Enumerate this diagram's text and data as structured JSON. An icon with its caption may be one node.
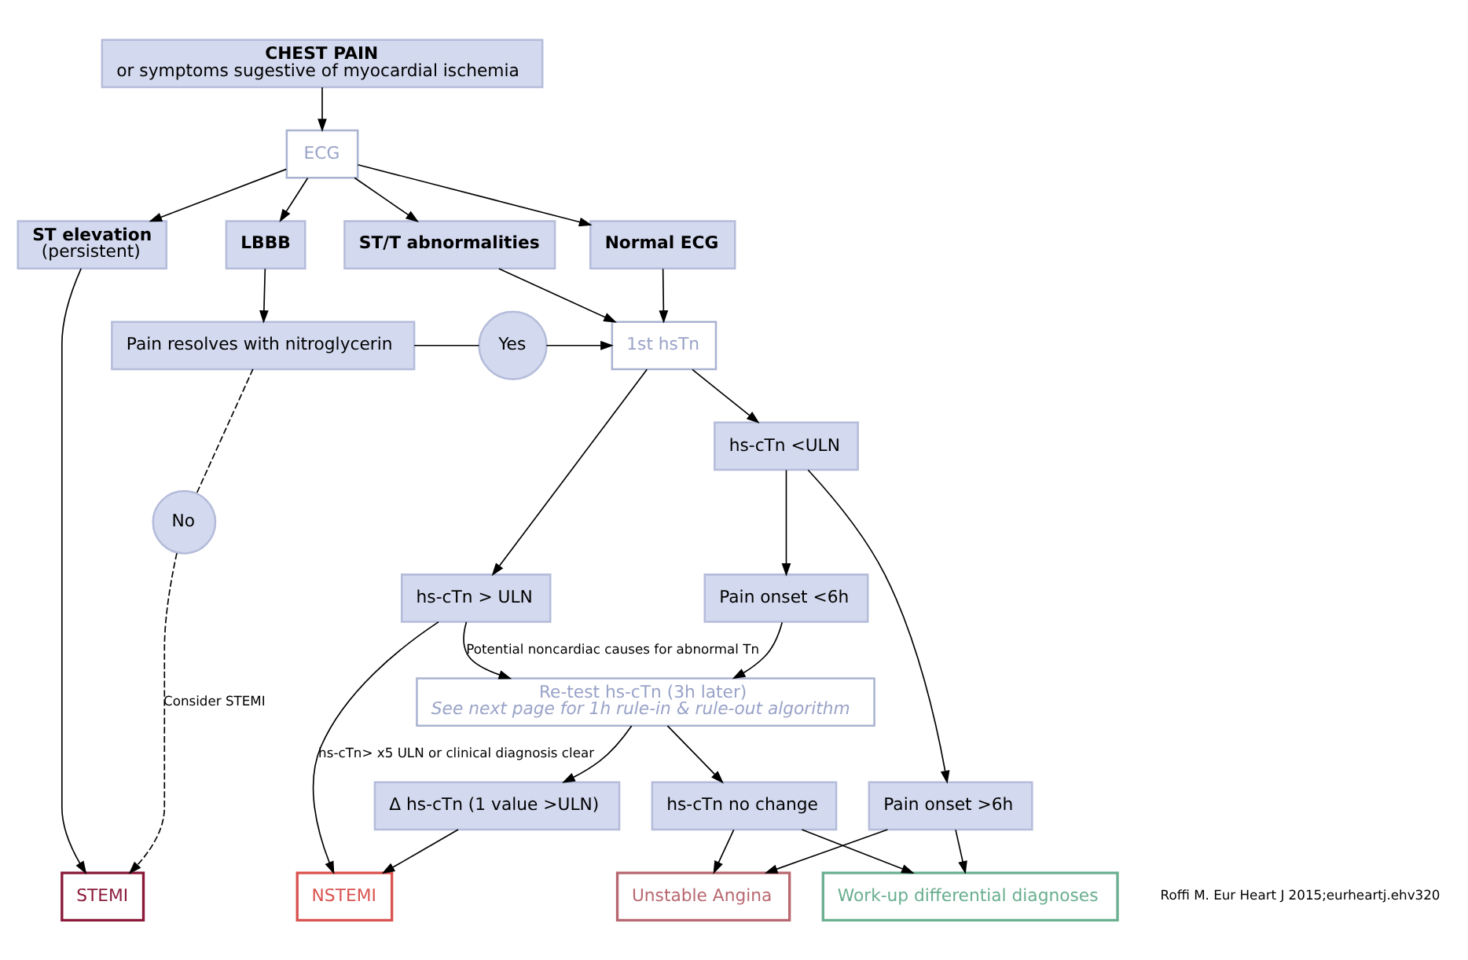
{
  "diagram": {
    "nodes": [
      {
        "text": [
          "CHEST PAIN",
          "or symptoms sugestive of myocardial ischemia"
        ]
      },
      {
        "text": [
          "ECG"
        ]
      },
      {
        "text": [
          "ST elevation",
          "(persistent)"
        ]
      },
      {
        "text": [
          "LBBB"
        ]
      },
      {
        "text": [
          "ST/T abnormalities"
        ]
      },
      {
        "text": [
          "Normal ECG"
        ]
      },
      {
        "text": [
          "Pain resolves with nitroglycerin"
        ]
      },
      {
        "text": [
          "Yes"
        ]
      },
      {
        "text": [
          "No"
        ]
      },
      {
        "text": [
          "1st hsTn"
        ]
      },
      {
        "text": [
          "hs-cTn > ULN"
        ]
      },
      {
        "text": [
          "hs-cTn <ULN"
        ]
      },
      {
        "text": [
          "Pain onset <6h"
        ]
      },
      {
        "text": [
          "Pain onset >6h"
        ]
      },
      {
        "text": [
          "Re-test hs-cTn (3h later)",
          "See next page for 1h rule-in & rule-out algorithm"
        ]
      },
      {
        "text": [
          "Δ hs-cTn (1 value >ULN)"
        ]
      },
      {
        "text": [
          "hs-cTn no change"
        ]
      },
      {
        "text": [
          "STEMI"
        ]
      },
      {
        "text": [
          "NSTEMI"
        ]
      },
      {
        "text": [
          "Unstable Angina"
        ]
      },
      {
        "text": [
          "Work-up differential diagnoses"
        ]
      }
    ],
    "edges": [
      {
        "from": 0,
        "to": 1,
        "arrow": "to"
      },
      {
        "from": 1,
        "to": 2,
        "arrow": "to"
      },
      {
        "from": 1,
        "to": 3,
        "arrow": "to"
      },
      {
        "from": 1,
        "to": 4,
        "arrow": "to"
      },
      {
        "from": 1,
        "to": 5,
        "arrow": "to"
      },
      {
        "from": 2,
        "to": 17,
        "arrow": "to"
      },
      {
        "from": 3,
        "to": 6,
        "arrow": "to"
      },
      {
        "from": 6,
        "to": 7,
        "arrow": "none"
      },
      {
        "from": 7,
        "to": 9,
        "arrow": "to"
      },
      {
        "from": 6,
        "to": 8,
        "arrow": "none",
        "style": "dashed"
      },
      {
        "from": 8,
        "to": 17,
        "arrow": "to",
        "style": "dashed",
        "label": "Consider STEMI"
      },
      {
        "from": 4,
        "to": 9,
        "arrow": "to"
      },
      {
        "from": 5,
        "to": 9,
        "arrow": "to"
      },
      {
        "from": 9,
        "to": 10,
        "arrow": "to"
      },
      {
        "from": 9,
        "to": 11,
        "arrow": "to"
      },
      {
        "from": 10,
        "to": 18,
        "arrow": "to",
        "label": "hs-cTn> x5 ULN or clinical diagnosis clear"
      },
      {
        "from": 10,
        "to": 14,
        "arrow": "to",
        "label": "Potential noncardiac causes for abnormal Tn"
      },
      {
        "from": 11,
        "to": 12,
        "arrow": "to"
      },
      {
        "from": 11,
        "to": 13,
        "arrow": "to"
      },
      {
        "from": 12,
        "to": 14,
        "arrow": "to"
      },
      {
        "from": 14,
        "to": 15,
        "arrow": "to"
      },
      {
        "from": 14,
        "to": 16,
        "arrow": "to"
      },
      {
        "from": 13,
        "to": 19,
        "arrow": "to"
      },
      {
        "from": 13,
        "to": 20,
        "arrow": "to"
      },
      {
        "from": 15,
        "to": 18,
        "arrow": "to"
      },
      {
        "from": 16,
        "to": 19,
        "arrow": "to"
      },
      {
        "from": 16,
        "to": 20,
        "arrow": "to"
      }
    ],
    "labels": [
      "Roffi M. Eur Heart J 2015;eurheartj.ehv320"
    ]
  }
}
